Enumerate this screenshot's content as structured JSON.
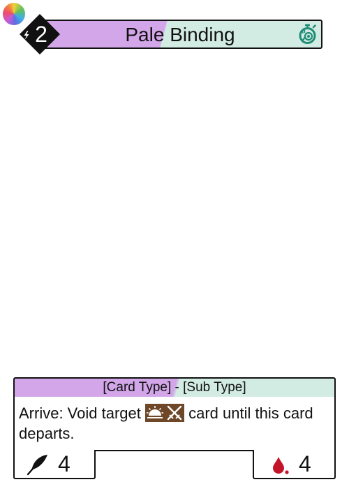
{
  "card": {
    "name": "Pale Binding",
    "cost": "2",
    "type_line": "[Card Type] - [Sub Type]",
    "rules": {
      "before_icon": "Arrive: Void target",
      "after_icon": "card until this card departs."
    },
    "power": "4",
    "health": "4"
  },
  "icons": {
    "top_left": "color-wheel-icon",
    "cost_symbol": "lightning-bolt-icon",
    "speed": "snail-stopwatch-icon",
    "inline_target": "sunrise-crossed-swords-icon",
    "power": "feather-quill-icon",
    "health": "blood-drop-icon"
  },
  "colors": {
    "frame_left": "#d2a6e8",
    "frame_right": "#d3ece3",
    "speed_icon": "#1f8c75",
    "inline_icon_bg": "#6e4628",
    "blood": "#c4142a"
  }
}
